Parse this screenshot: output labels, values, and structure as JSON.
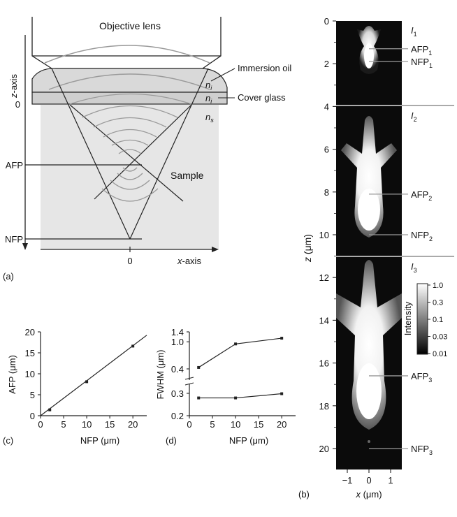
{
  "panel_a": {
    "objective_label": "Objective lens",
    "immersion_oil": "Immersion oil",
    "cover_glass": "Cover glass",
    "sample": "Sample",
    "n_i": "n",
    "n_i_sub": "i",
    "n_s": "n",
    "n_s_sub": "s",
    "z_axis": "z",
    "z_axis_suffix": "-axis",
    "zero_z": "0",
    "zero_x": "0",
    "afp": "AFP",
    "nfp": "NFP",
    "x_axis": "x",
    "x_axis_suffix": "-axis",
    "tag": "(a)"
  },
  "panel_b": {
    "tag": "(b)",
    "ylabel_main": "z",
    "ylabel_unit": " (μm)",
    "xlabel_main": "x",
    "xlabel_unit": " (μm)",
    "y_ticks": [
      "0",
      "2",
      "4",
      "6",
      "8",
      "10",
      "12",
      "14",
      "16",
      "18",
      "20"
    ],
    "x_ticks": [
      "−1",
      "0",
      "1"
    ],
    "intensity_labels": [
      {
        "name": "I",
        "sub": "1"
      },
      {
        "name": "I",
        "sub": "2"
      },
      {
        "name": "I",
        "sub": "3"
      }
    ],
    "markers": [
      {
        "name": "AFP",
        "sub": "1",
        "z": 1.3
      },
      {
        "name": "NFP",
        "sub": "1",
        "z": 1.9
      },
      {
        "name": "AFP",
        "sub": "2",
        "z": 8.1
      },
      {
        "name": "NFP",
        "sub": "2",
        "z": 10.0
      },
      {
        "name": "AFP",
        "sub": "3",
        "z": 16.6
      },
      {
        "name": "NFP",
        "sub": "3",
        "z": 20.0
      }
    ],
    "colorbar": {
      "title": "Intensity",
      "ticks": [
        "1.0",
        "0.3",
        "0.1",
        "0.03",
        "0.01"
      ]
    }
  },
  "chart_data": [
    {
      "type": "line",
      "panel": "(c)",
      "xlabel": "NFP (μm)",
      "ylabel": "AFP (μm)",
      "x_ticks": [
        "0",
        "5",
        "10",
        "15",
        "20"
      ],
      "y_ticks": [
        "0",
        "5",
        "10",
        "15",
        "20"
      ],
      "xlim": [
        0,
        23
      ],
      "ylim": [
        0,
        20
      ],
      "points": [
        {
          "x": 2,
          "y": 1.4
        },
        {
          "x": 10,
          "y": 8.1
        },
        {
          "x": 20,
          "y": 16.6
        }
      ],
      "fit_line": [
        [
          0,
          0
        ],
        [
          23,
          19.2
        ]
      ]
    },
    {
      "type": "line",
      "panel": "(d)",
      "xlabel": "NFP (μm)",
      "ylabel": "FWHM (μm)",
      "x_ticks": [
        "0",
        "5",
        "10",
        "15",
        "20"
      ],
      "y_ticks_upper": [
        "0.4",
        "1.0",
        "1.4"
      ],
      "y_ticks_lower": [
        "0.2",
        "0.3"
      ],
      "xlim": [
        0,
        23
      ],
      "series": [
        {
          "values": [
            [
              2,
              0.42
            ],
            [
              10,
              0.93
            ],
            [
              20,
              1.13
            ]
          ]
        },
        {
          "values": [
            [
              2,
              0.276
            ],
            [
              10,
              0.276
            ],
            [
              20,
              0.298
            ]
          ]
        }
      ]
    }
  ]
}
